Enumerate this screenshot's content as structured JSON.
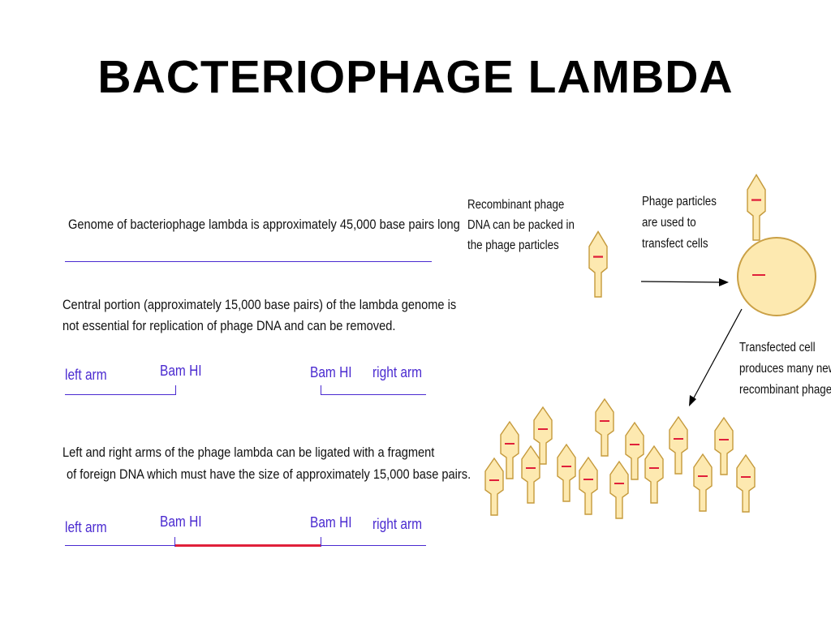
{
  "title": "BACTERIOPHAGE LAMBDA",
  "left_panel": {
    "genome_text": "Genome of bacteriophage lambda is approximately 45,000 base pairs long",
    "central_text_line1": "Central portion (approximately 15,000 base pairs) of the lambda genome is",
    "central_text_line2": "not essential for replication of phage DNA and can be removed.",
    "ligation_text_line1": "Left and right arms of the phage lambda can be ligated with a fragment",
    "ligation_text_line2": "of foreign DNA which must have the size of approximately 15,000 base pairs.",
    "diagram1": {
      "left_arm": "left arm",
      "bam_left": "Bam HI",
      "bam_right": "Bam HI",
      "right_arm": "right arm"
    },
    "diagram2": {
      "left_arm": "left arm",
      "bam_left": "Bam HI",
      "bam_right": "Bam HI",
      "right_arm": "right arm"
    },
    "colors": {
      "dna_line": "#4a2ad0",
      "insert_line": "#e0203a"
    }
  },
  "right_panel": {
    "recombinant_text": [
      "Recombinant phage",
      "DNA can be packed in",
      "the phage particles"
    ],
    "phage_particles_text": [
      "Phage particles",
      "are used to",
      "transfect cells"
    ],
    "transfected_text": [
      "Transfected cell",
      "produces many new",
      "recombinant phages"
    ],
    "colors": {
      "phage_fill": "#fde9b0",
      "phage_stroke": "#c59a3c",
      "cell_fill": "#fde9b0",
      "cell_stroke": "#caa045",
      "dna_mark": "#e0203a",
      "arrow": "#000000"
    }
  }
}
